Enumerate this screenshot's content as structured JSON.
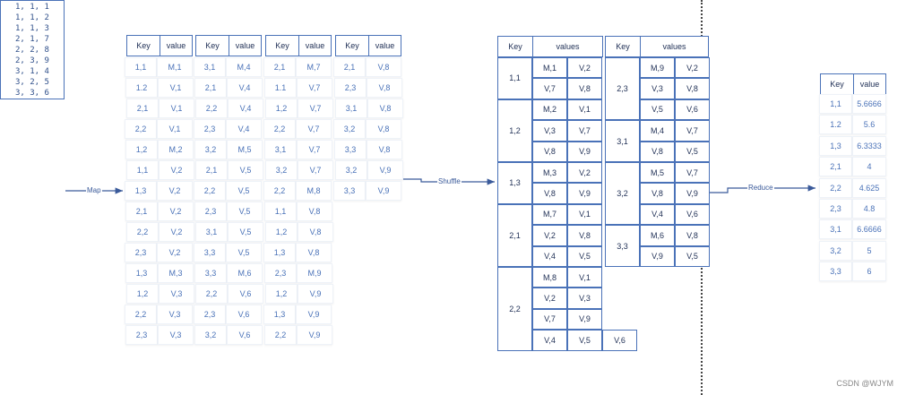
{
  "input_lines": [
    "1, 1, 1",
    "1, 1, 2",
    "1, 1, 3",
    "2, 1, 7",
    "2, 2, 8",
    "2, 3, 9",
    "3, 1, 4",
    "3, 2, 5",
    "3, 3, 6"
  ],
  "labels": {
    "map": "Map",
    "shuffle": "Shuffle",
    "reduce": "Reduce"
  },
  "headers": {
    "key": "Key",
    "value": "value",
    "values": "values"
  },
  "map_columns": [
    [
      [
        "1,1",
        "M,1"
      ],
      [
        "1.2",
        "V,1"
      ],
      [
        "2,1",
        "V,1"
      ],
      [
        "2,2",
        "V,1"
      ],
      [
        "1,2",
        "M,2"
      ],
      [
        "1,1",
        "V,2"
      ],
      [
        "1,3",
        "V,2"
      ],
      [
        "2,1",
        "V,2"
      ],
      [
        "2,2",
        "V,2"
      ],
      [
        "2,3",
        "V,2"
      ],
      [
        "1,3",
        "M,3"
      ],
      [
        "1,2",
        "V,3"
      ],
      [
        "2,2",
        "V,3"
      ],
      [
        "2,3",
        "V,3"
      ]
    ],
    [
      [
        "3,1",
        "M,4"
      ],
      [
        "2,1",
        "V,4"
      ],
      [
        "2,2",
        "V,4"
      ],
      [
        "2,3",
        "V,4"
      ],
      [
        "3,2",
        "M,5"
      ],
      [
        "2,1",
        "V,5"
      ],
      [
        "2,2",
        "V,5"
      ],
      [
        "2,3",
        "V,5"
      ],
      [
        "3,1",
        "V,5"
      ],
      [
        "3,3",
        "V,5"
      ],
      [
        "3,3",
        "M,6"
      ],
      [
        "2,2",
        "V,6"
      ],
      [
        "2,3",
        "V,6"
      ],
      [
        "3,2",
        "V,6"
      ]
    ],
    [
      [
        "2,1",
        "M,7"
      ],
      [
        "1.1",
        "V,7"
      ],
      [
        "1,2",
        "V,7"
      ],
      [
        "2,2",
        "V,7"
      ],
      [
        "3,1",
        "V,7"
      ],
      [
        "3,2",
        "V,7"
      ],
      [
        "2,2",
        "M,8"
      ],
      [
        "1,1",
        "V,8"
      ],
      [
        "1,2",
        "V,8"
      ],
      [
        "1,3",
        "V,8"
      ],
      [
        "2,3",
        "M,9"
      ],
      [
        "1,2",
        "V,9"
      ],
      [
        "1,3",
        "V,9"
      ],
      [
        "2,2",
        "V,9"
      ]
    ],
    [
      [
        "2,1",
        "V,8"
      ],
      [
        "2,3",
        "V,8"
      ],
      [
        "3,1",
        "V,8"
      ],
      [
        "3,2",
        "V,8"
      ],
      [
        "3,3",
        "V,8"
      ],
      [
        "3,2",
        "V,9"
      ],
      [
        "3,3",
        "V,9"
      ]
    ]
  ],
  "shuffle_left": [
    {
      "key": "1,1",
      "values": [
        [
          "M,1",
          "V,2"
        ],
        [
          "V,7",
          "V,8"
        ]
      ]
    },
    {
      "key": "1,2",
      "values": [
        [
          "M,2",
          "V,1"
        ],
        [
          "V,3",
          "V,7"
        ],
        [
          "V,8",
          "V,9"
        ]
      ]
    },
    {
      "key": "1,3",
      "values": [
        [
          "M,3",
          "V,2"
        ],
        [
          "V,8",
          "V,9"
        ]
      ]
    },
    {
      "key": "2,1",
      "values": [
        [
          "M,7",
          "V,1"
        ],
        [
          "V,2",
          "V,8"
        ],
        [
          "V,4",
          "V,5"
        ]
      ]
    },
    {
      "key": "2,2",
      "values": [
        [
          "M,8",
          "V,1"
        ],
        [
          "V,2",
          "V,3"
        ],
        [
          "V,7",
          "V,9"
        ],
        [
          "V,4",
          "V,5",
          "V,6"
        ]
      ]
    }
  ],
  "shuffle_right": [
    {
      "key": "2,3",
      "values": [
        [
          "M,9",
          "V,2"
        ],
        [
          "V,3",
          "V,8"
        ],
        [
          "V,5",
          "V,6"
        ]
      ]
    },
    {
      "key": "3,1",
      "values": [
        [
          "M,4",
          "V,7"
        ],
        [
          "V,8",
          "V,5"
        ]
      ]
    },
    {
      "key": "3,2",
      "values": [
        [
          "M,5",
          "V,7"
        ],
        [
          "V,8",
          "V,9"
        ],
        [
          "V,4",
          "V,6"
        ]
      ]
    },
    {
      "key": "3,3",
      "values": [
        [
          "M,6",
          "V,8"
        ],
        [
          "V,9",
          "V,5"
        ]
      ]
    }
  ],
  "reduce_rows": [
    [
      "1,1",
      "5.6666"
    ],
    [
      "1.2",
      "5.6"
    ],
    [
      "1,3",
      "6.3333"
    ],
    [
      "2,1",
      "4"
    ],
    [
      "2,2",
      "4.625"
    ],
    [
      "2,3",
      "4.8"
    ],
    [
      "3,1",
      "6.6666"
    ],
    [
      "3,2",
      "5"
    ],
    [
      "3,3",
      "6"
    ]
  ],
  "watermark": "CSDN @WJYM"
}
